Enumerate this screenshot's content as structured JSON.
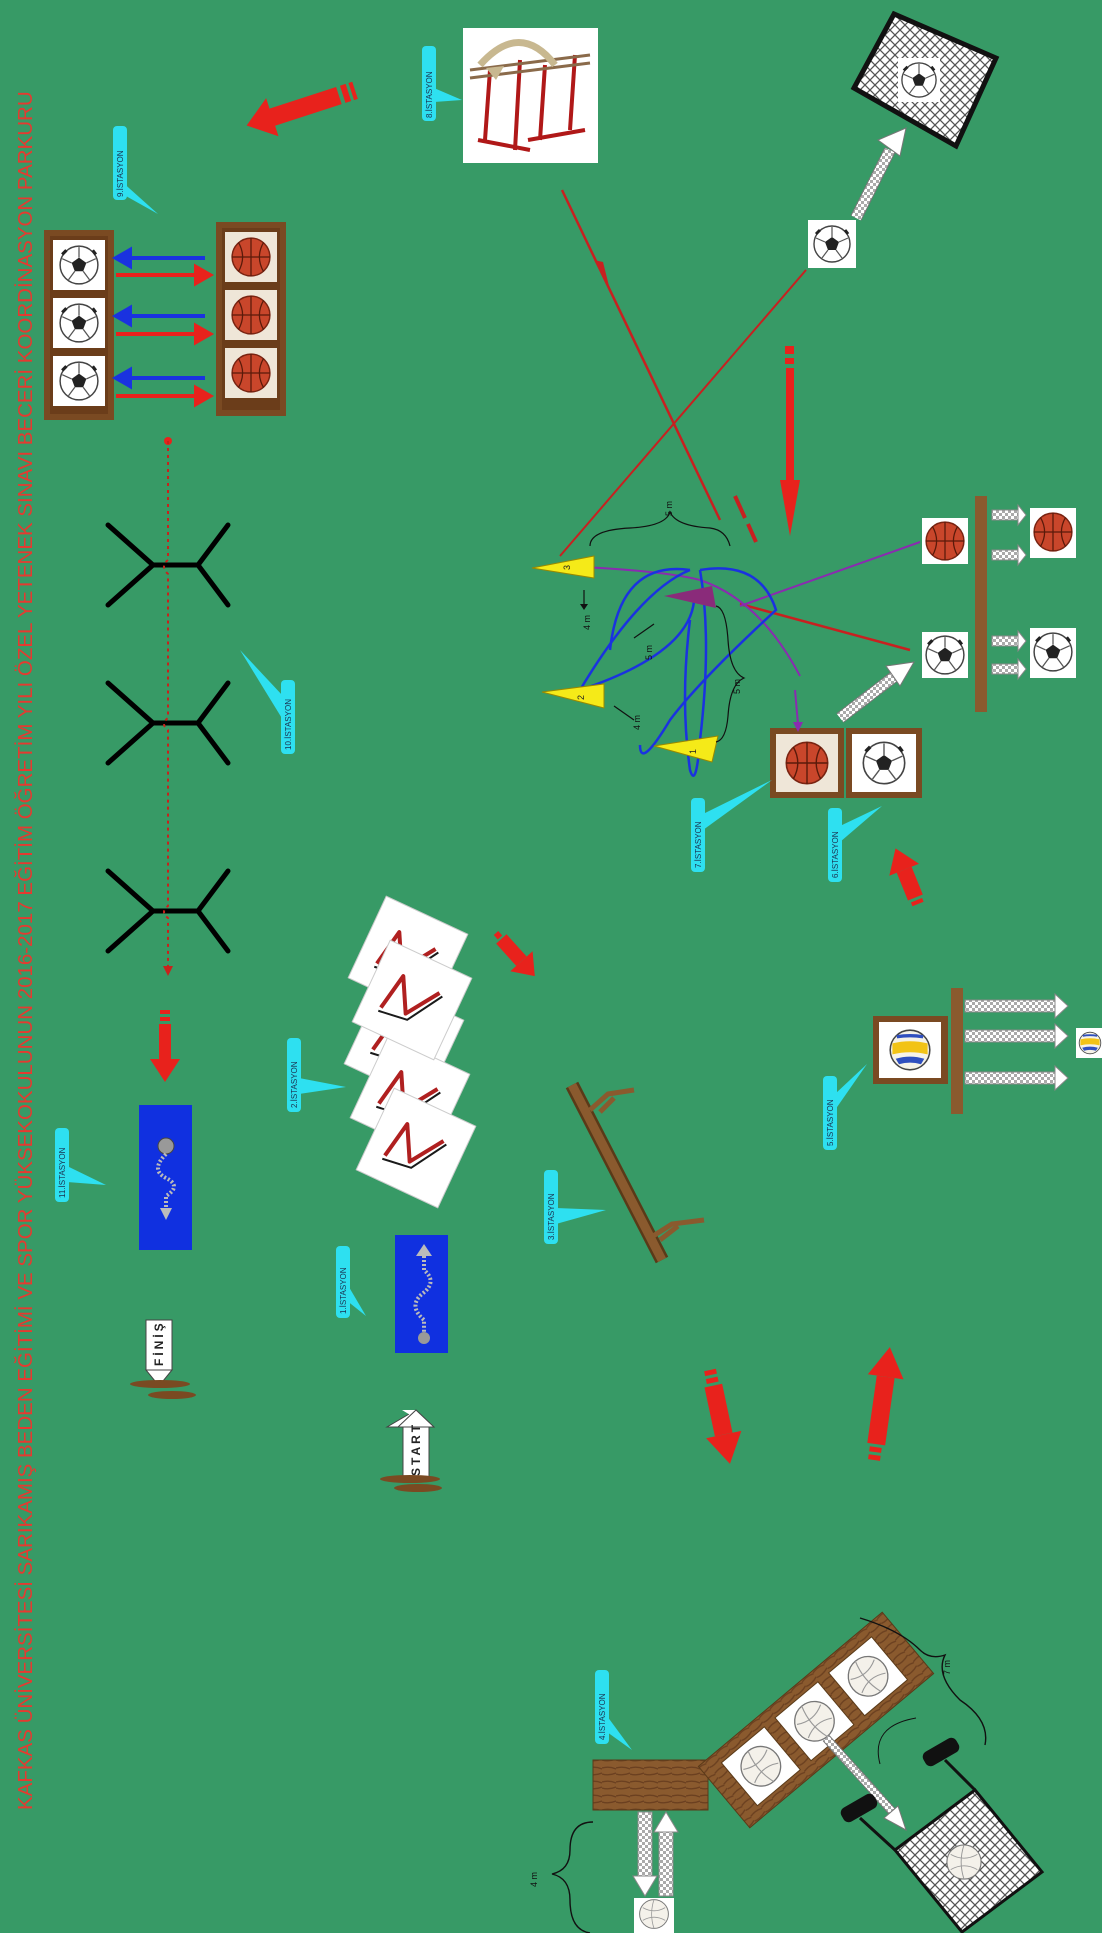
{
  "title": "KAFKAS ÜNİVERSİTESİ SARIKAMIŞ BEDEN EĞİTİMİ VE SPOR YÜKSEKOKULUNUN 2016-2017 EĞİTİM ÖĞRETİM YILI ÖZEL YETENEK SINAVI BECERİ KOORDİNASYON PARKURU",
  "colors": {
    "field": "#379a66",
    "title": "#e53a30",
    "callout": "#2ee0f0",
    "arrow_red": "#e8221c",
    "arrow_blue": "#1a32e0",
    "wood": "#7a4a22",
    "mat": "#1030e0",
    "purple": "#8a2bb0"
  },
  "stations": {
    "s1": "1.İSTASYON",
    "s2": "2.İSTASYON",
    "s3": "3.İSTASYON",
    "s4": "4.İSTASYON",
    "s5": "5.İSTASYON",
    "s6": "6.İSTASYON",
    "s7": "7.İSTASYON",
    "s8": "8.İSTASYON",
    "s9": "9.İSTASYON",
    "s10": "10.İSTASYON",
    "s11": "11.İSTASYON"
  },
  "signs": {
    "start": "START",
    "finish": "FİNİŞ"
  },
  "cones": {
    "c1": "1",
    "c2": "2",
    "c3": "3"
  },
  "measurements": {
    "m5a": "5 m",
    "m5b": "5 m",
    "m5c": "5 m",
    "m4a": "4 m",
    "m4b": "4 m",
    "m4c": "4 m",
    "m7": "7 m"
  },
  "icons": [
    "football-icon",
    "basketball-icon",
    "volleyball-icon",
    "hurdle-icon",
    "cone-icon",
    "arrow-icon",
    "rope-icon",
    "net-goal-icon"
  ]
}
